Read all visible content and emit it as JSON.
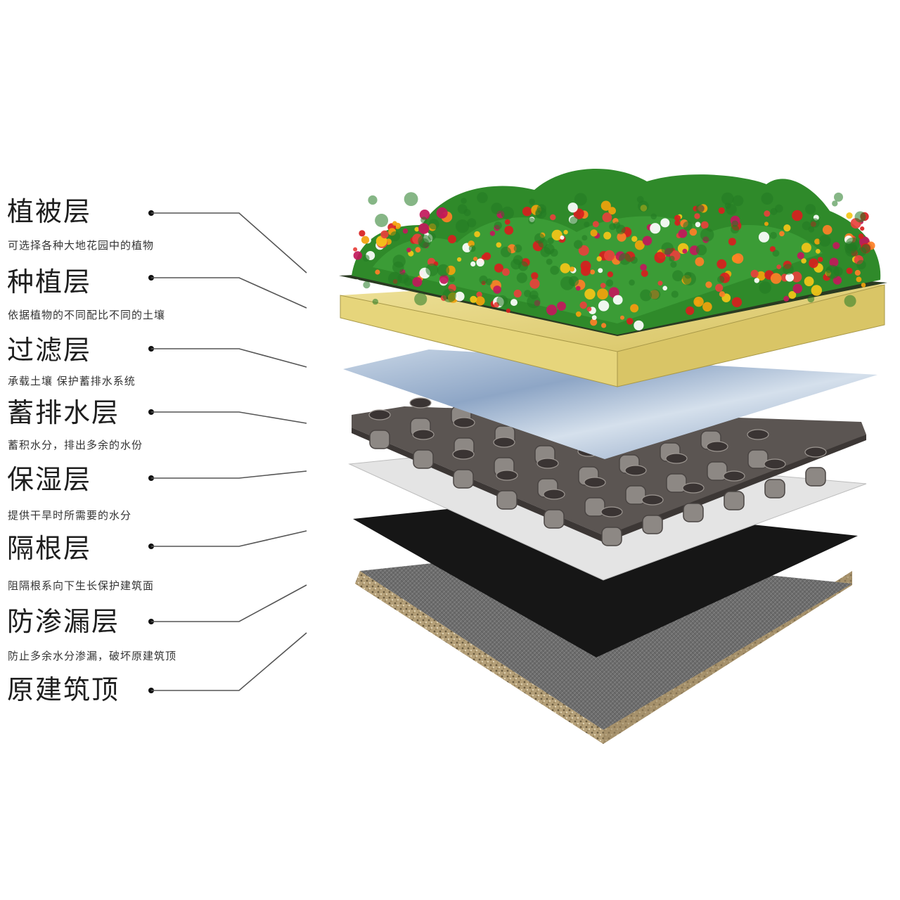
{
  "layers": [
    {
      "title": "植被层",
      "desc": "可选择各种大地花园中的植物"
    },
    {
      "title": "种植层",
      "desc": "依据植物的不同配比不同的土壤"
    },
    {
      "title": "过滤层",
      "desc": "承载土壤 保护蓄排水系统"
    },
    {
      "title": "蓄排水层",
      "desc": "蓄积水分，排出多余的水份"
    },
    {
      "title": "保湿层",
      "desc": "提供干旱时所需要的水分"
    },
    {
      "title": "隔根层",
      "desc": "阻隔根系向下生长保护建筑面"
    },
    {
      "title": "防渗漏层",
      "desc": "防止多余水分渗漏，破坏原建筑顶"
    },
    {
      "title": "原建筑顶",
      "desc": ""
    }
  ],
  "colors": {
    "vegetation_green": "#2f8a2a",
    "flower_red": "#d81e1e",
    "flower_orange": "#f2a20c",
    "planting_yellow": "#e2d27a",
    "filter_blue": "#9fb4cf",
    "drainage_board": "#5a5450",
    "moisture_gray": "#e3e3e3",
    "root_barrier_black": "#1a1a1a",
    "waterproof_gray": "#6f6f6f",
    "concrete": "#b09c76"
  }
}
